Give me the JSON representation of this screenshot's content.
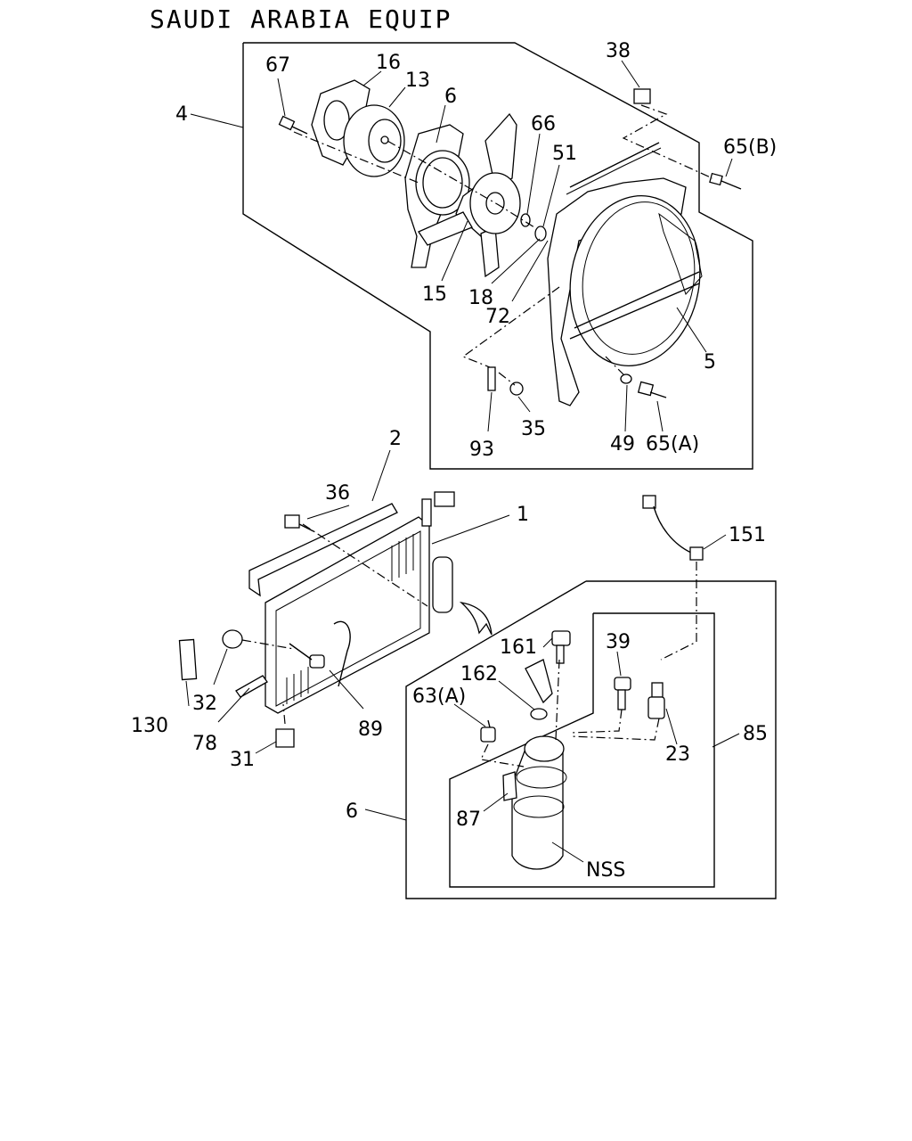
{
  "title": "SAUDI ARABIA EQUIP",
  "callouts": {
    "c4": "4",
    "c67": "67",
    "c16": "16",
    "c13": "13",
    "c6a": "6",
    "c38": "38",
    "c66": "66",
    "c51": "51",
    "c65b": "65(B)",
    "c15": "15",
    "c18": "18",
    "c72": "72",
    "c5": "5",
    "c93": "93",
    "c35": "35",
    "c49": "49",
    "c65a": "65(A)",
    "c2": "2",
    "c36": "36",
    "c1": "1",
    "c151": "151",
    "c161": "161",
    "c39": "39",
    "c162": "162",
    "c63a": "63(A)",
    "c130": "130",
    "c32": "32",
    "c78": "78",
    "c89": "89",
    "c31": "31",
    "c23": "23",
    "c85": "85",
    "c6b": "6",
    "c87": "87",
    "cnss": "NSS"
  }
}
